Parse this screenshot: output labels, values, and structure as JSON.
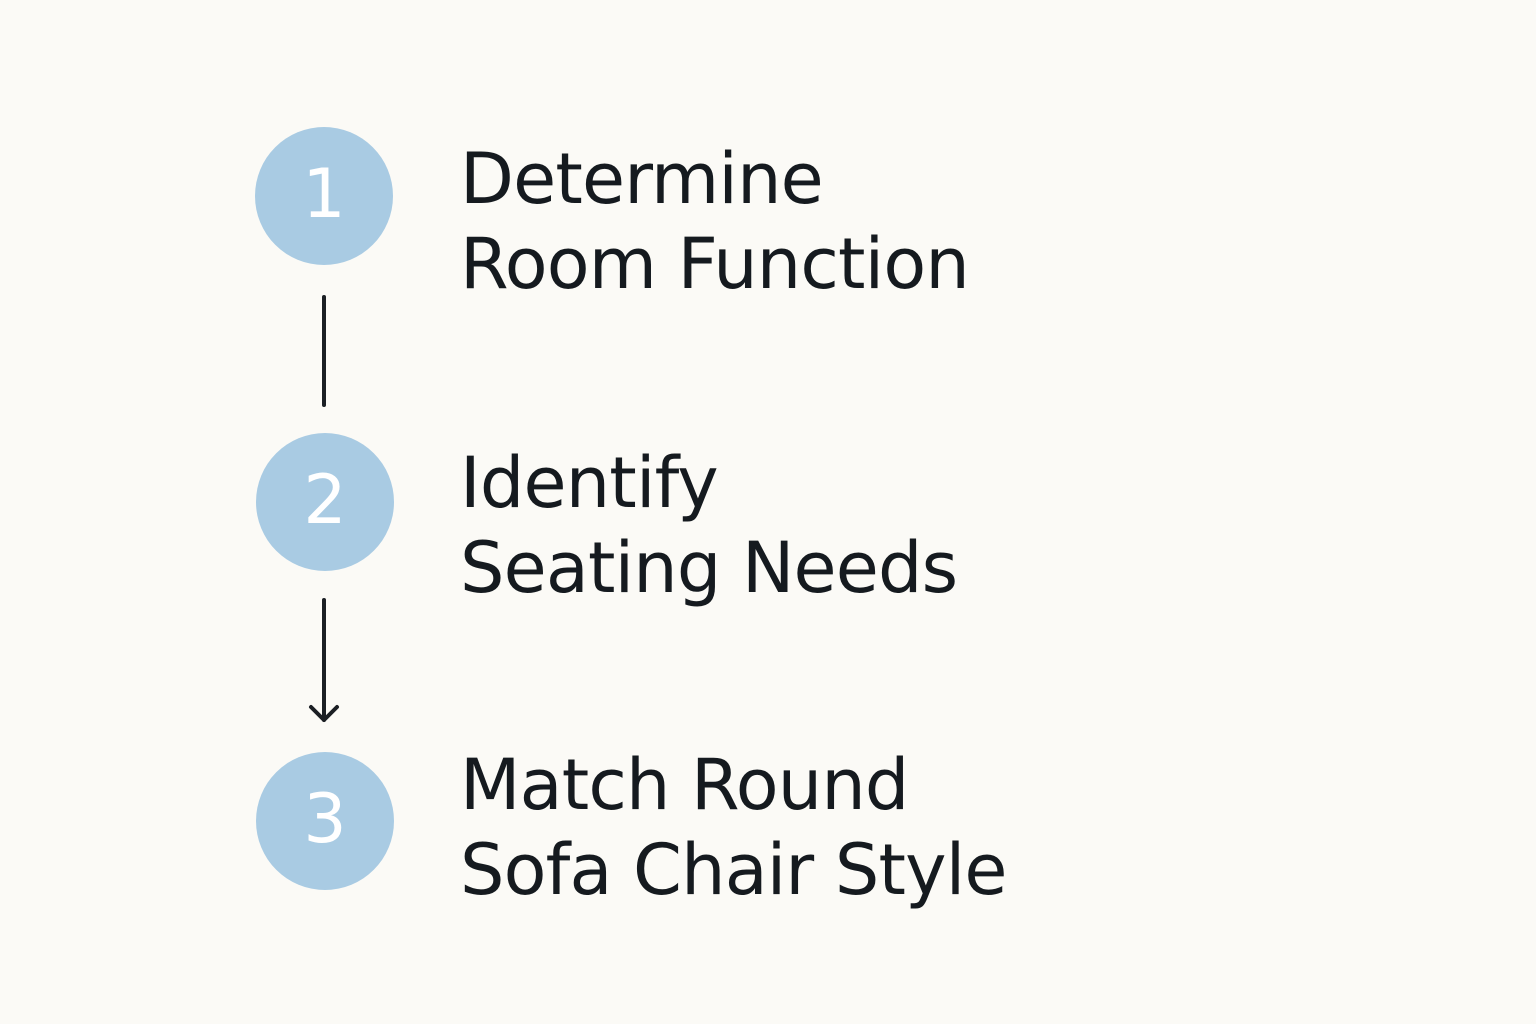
{
  "colors": {
    "background": "#fbfaf6",
    "badge": "#a9cbe3",
    "badge_text": "#ffffff",
    "text": "#151a1f",
    "connector": "#1b1f24"
  },
  "steps": [
    {
      "number": "1",
      "line1": "Determine",
      "line2": "Room Function"
    },
    {
      "number": "2",
      "line1": "Identify",
      "line2": "Seating Needs"
    },
    {
      "number": "3",
      "line1": "Match Round",
      "line2": "Sofa Chair Style"
    }
  ]
}
